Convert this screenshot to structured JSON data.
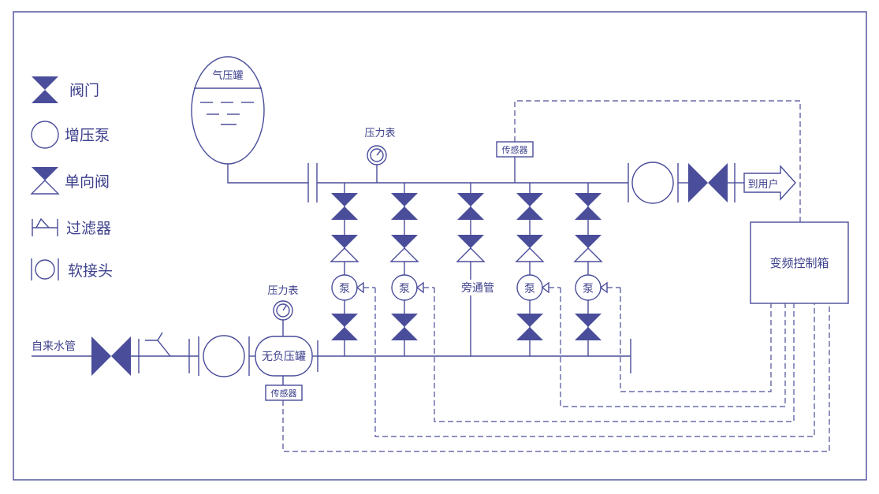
{
  "legend": {
    "valve": "阀门",
    "booster_pump": "增压泵",
    "check_valve": "单向阀",
    "filter": "过滤器",
    "soft_joint": "软接头"
  },
  "labels": {
    "pressure_tank": "气压罐",
    "pressure_gauge_top": "压力表",
    "sensor_top": "传感器",
    "to_user": "到用户",
    "vfd_box": "变频控制箱",
    "pump": "泵",
    "bypass": "旁通管",
    "tap_pipe": "自来水管",
    "pressure_gauge_bottom": "压力表",
    "no_neg_tank": "无负压罐",
    "sensor_bottom": "传感器"
  },
  "colors": {
    "line": "#4a4d9a",
    "text": "#3e418c"
  }
}
